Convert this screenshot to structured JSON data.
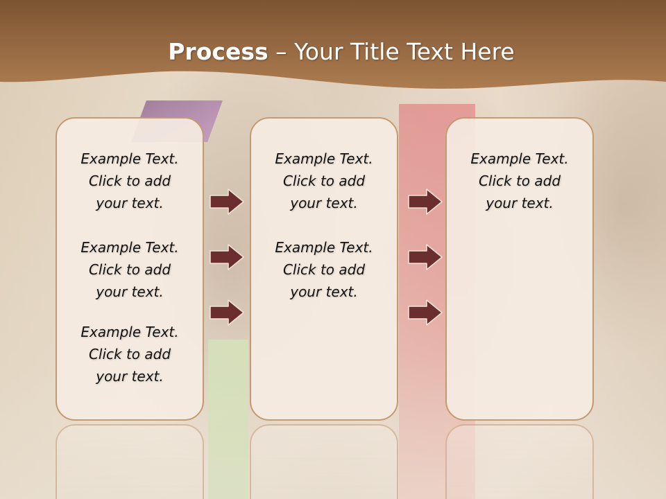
{
  "slide": {
    "title_bold": "Process",
    "title_rest": " – Your Title Text Here",
    "colors": {
      "header_brown": "#9a6a42",
      "card_border": "#c49a73",
      "card_fill": "#f5ece2",
      "arrow_fill": "#6b2e2e"
    },
    "columns": [
      {
        "items": [
          "Example Text.\nClick  to add\nyour text.",
          "Example Text.\nClick  to add\nyour text.",
          "Example Text.\nClick  to add\nyour text."
        ]
      },
      {
        "items": [
          "Example Text.\nClick  to add\nyour text.",
          "Example Text.\nClick  to add\nyour text."
        ]
      },
      {
        "items": [
          "Example Text.\nClick  to add\nyour text."
        ]
      }
    ],
    "arrow_icon": "right-arrow-icon"
  }
}
